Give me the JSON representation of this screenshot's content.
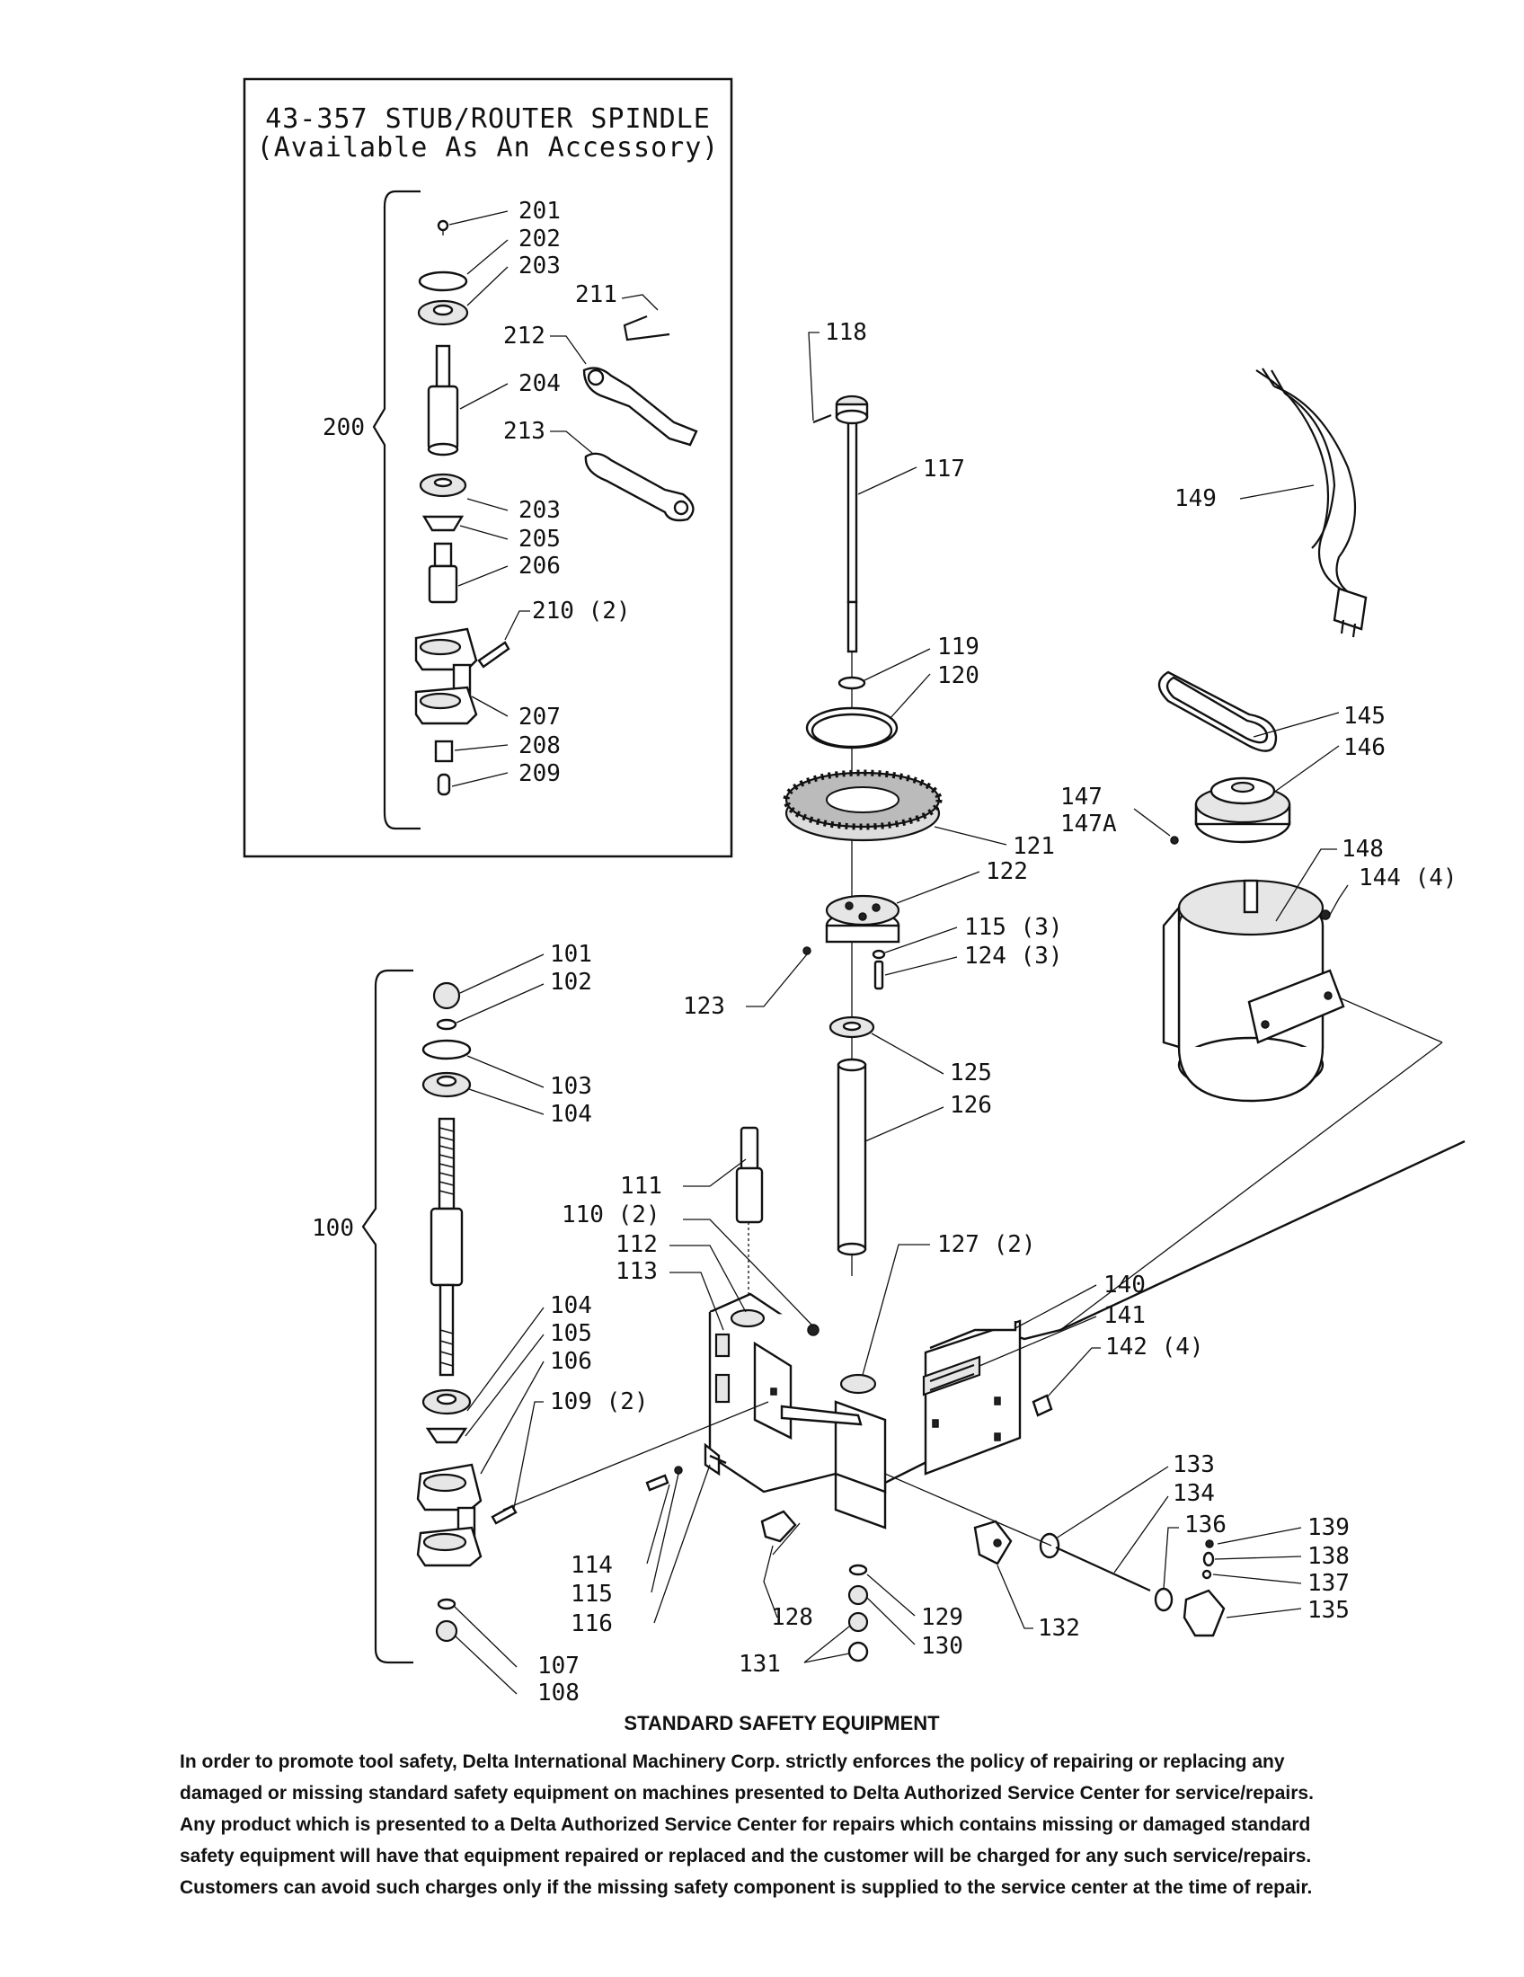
{
  "accessory_box": {
    "title": "43-357 STUB/ROUTER SPINDLE",
    "subtitle": "(Available As An Accessory)"
  },
  "callouts": {
    "c200": "200",
    "c201": "201",
    "c202": "202",
    "c203a": "203",
    "c203b": "203",
    "c204": "204",
    "c205": "205",
    "c206": "206",
    "c207": "207",
    "c208": "208",
    "c209": "209",
    "c210": "210 (2)",
    "c211": "211",
    "c212": "212",
    "c213": "213",
    "c100": "100",
    "c101": "101",
    "c102": "102",
    "c103": "103",
    "c104a": "104",
    "c104b": "104",
    "c105": "105",
    "c106": "106",
    "c107": "107",
    "c108": "108",
    "c109": "109 (2)",
    "c110": "110 (2)",
    "c111": "111",
    "c112": "112",
    "c113": "113",
    "c114": "114",
    "c115a": "115",
    "c115b": "115 (3)",
    "c116": "116",
    "c117": "117",
    "c118": "118",
    "c119": "119",
    "c120": "120",
    "c121": "121",
    "c122": "122",
    "c123": "123",
    "c124": "124 (3)",
    "c125": "125",
    "c126": "126",
    "c127": "127 (2)",
    "c128": "128",
    "c129": "129",
    "c130": "130",
    "c131": "131",
    "c132": "132",
    "c133": "133",
    "c134": "134",
    "c135": "135",
    "c136": "136",
    "c137": "137",
    "c138": "138",
    "c139": "139",
    "c140": "140",
    "c141": "141",
    "c142": "142 (4)",
    "c144": "144 (4)",
    "c145": "145",
    "c146": "146",
    "c147": "147",
    "c147a": "147A",
    "c148": "148",
    "c149": "149"
  },
  "notice": {
    "heading": "STANDARD SAFETY EQUIPMENT",
    "body": "In order to promote tool safety, Delta International Machinery Corp. strictly enforces the policy of repairing or replacing any damaged or missing standard safety equipment on machines presented to Delta Authorized Service Center for service/repairs. Any product which is presented to a Delta Authorized Service Center for repairs which contains missing or damaged standard safety equipment will have that equipment repaired or replaced and the customer will be charged for any such service/repairs. Customers can avoid such charges only if the missing safety component is supplied to the service center at the time of repair."
  }
}
